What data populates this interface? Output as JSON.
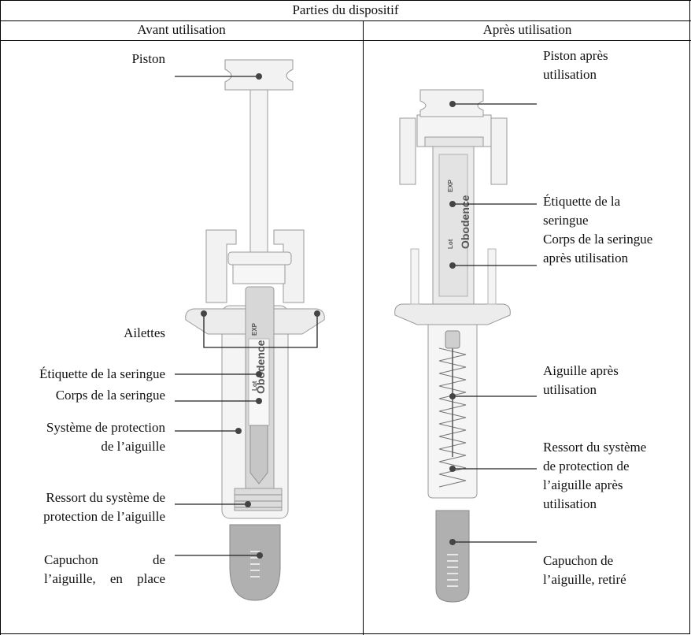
{
  "table": {
    "title": "Parties du dispositif",
    "col_before": "Avant utilisation",
    "col_after": "Après utilisation"
  },
  "before_labels": {
    "piston": "Piston",
    "ailettes": "Ailettes",
    "etiquette": "Étiquette de la seringue",
    "corps": "Corps de la seringue",
    "protection": "Système de protection\nde l’aiguille",
    "ressort": "Ressort du système de\nprotection de l’aiguille",
    "capuchon": "Capuchon de\nl’aiguille, en place"
  },
  "after_labels": {
    "piston": "Piston après\nutilisation",
    "etiquette": "Étiquette de la\nseringue",
    "corps": "Corps de la seringue\naprès utilisation",
    "aiguille": "Aiguille après\nutilisation",
    "ressort": "Ressort du système\nde protection de\nl’aiguille après\nutilisation",
    "capuchon": "Capuchon de\nl’aiguille, retiré"
  },
  "syringe_text": {
    "brand": "Obodence",
    "exp": "EXP",
    "lot": "Lot"
  },
  "colors": {
    "line": "#222222",
    "device_fill": "#efefef",
    "device_stroke": "#9a9a9a",
    "cap": "#a9a9a9",
    "dot": "#444444"
  }
}
